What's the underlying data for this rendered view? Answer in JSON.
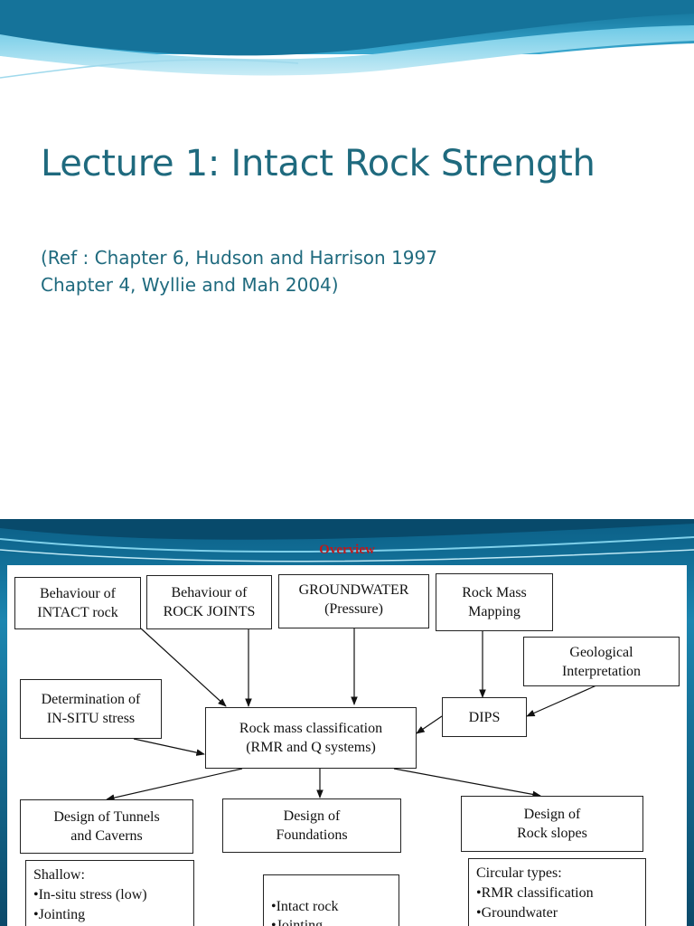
{
  "slide1": {
    "title": "Lecture 1: Intact Rock Strength",
    "ref_line1": "(Ref : Chapter 6, Hudson and Harrison 1997",
    "ref_line2": "Chapter 4, Wyllie and Mah 2004)"
  },
  "slide2": {
    "heading": "Overview",
    "boxes": {
      "intact_rock": [
        "Behaviour of",
        "INTACT rock"
      ],
      "rock_joints": [
        "Behaviour of",
        "ROCK JOINTS"
      ],
      "groundwater": [
        "GROUNDWATER",
        "(Pressure)"
      ],
      "rock_mass_mapping": [
        "Rock Mass",
        "Mapping"
      ],
      "geological": [
        "Geological",
        "Interpretation"
      ],
      "insitu_stress": [
        "Determination of",
        "IN-SITU stress"
      ],
      "classification": [
        "Rock mass classification",
        "(RMR and Q systems)"
      ],
      "dips": [
        "DIPS"
      ],
      "tunnels": [
        "Design of Tunnels",
        "and Caverns"
      ],
      "foundations": [
        "Design of",
        "Foundations"
      ],
      "slopes": [
        "Design of",
        "Rock slopes"
      ],
      "shallow": [
        "Shallow:",
        "•In-situ stress (low)",
        "•Jointing"
      ],
      "intact_list": [
        "•Intact rock",
        "•Jointing"
      ],
      "circular": [
        "Circular types:",
        "•RMR classification",
        "•Groundwater"
      ]
    }
  },
  "colors": {
    "title": "#1f6a7e",
    "overview": "#c0181b",
    "slide2_bg": "#0d4f6e"
  }
}
